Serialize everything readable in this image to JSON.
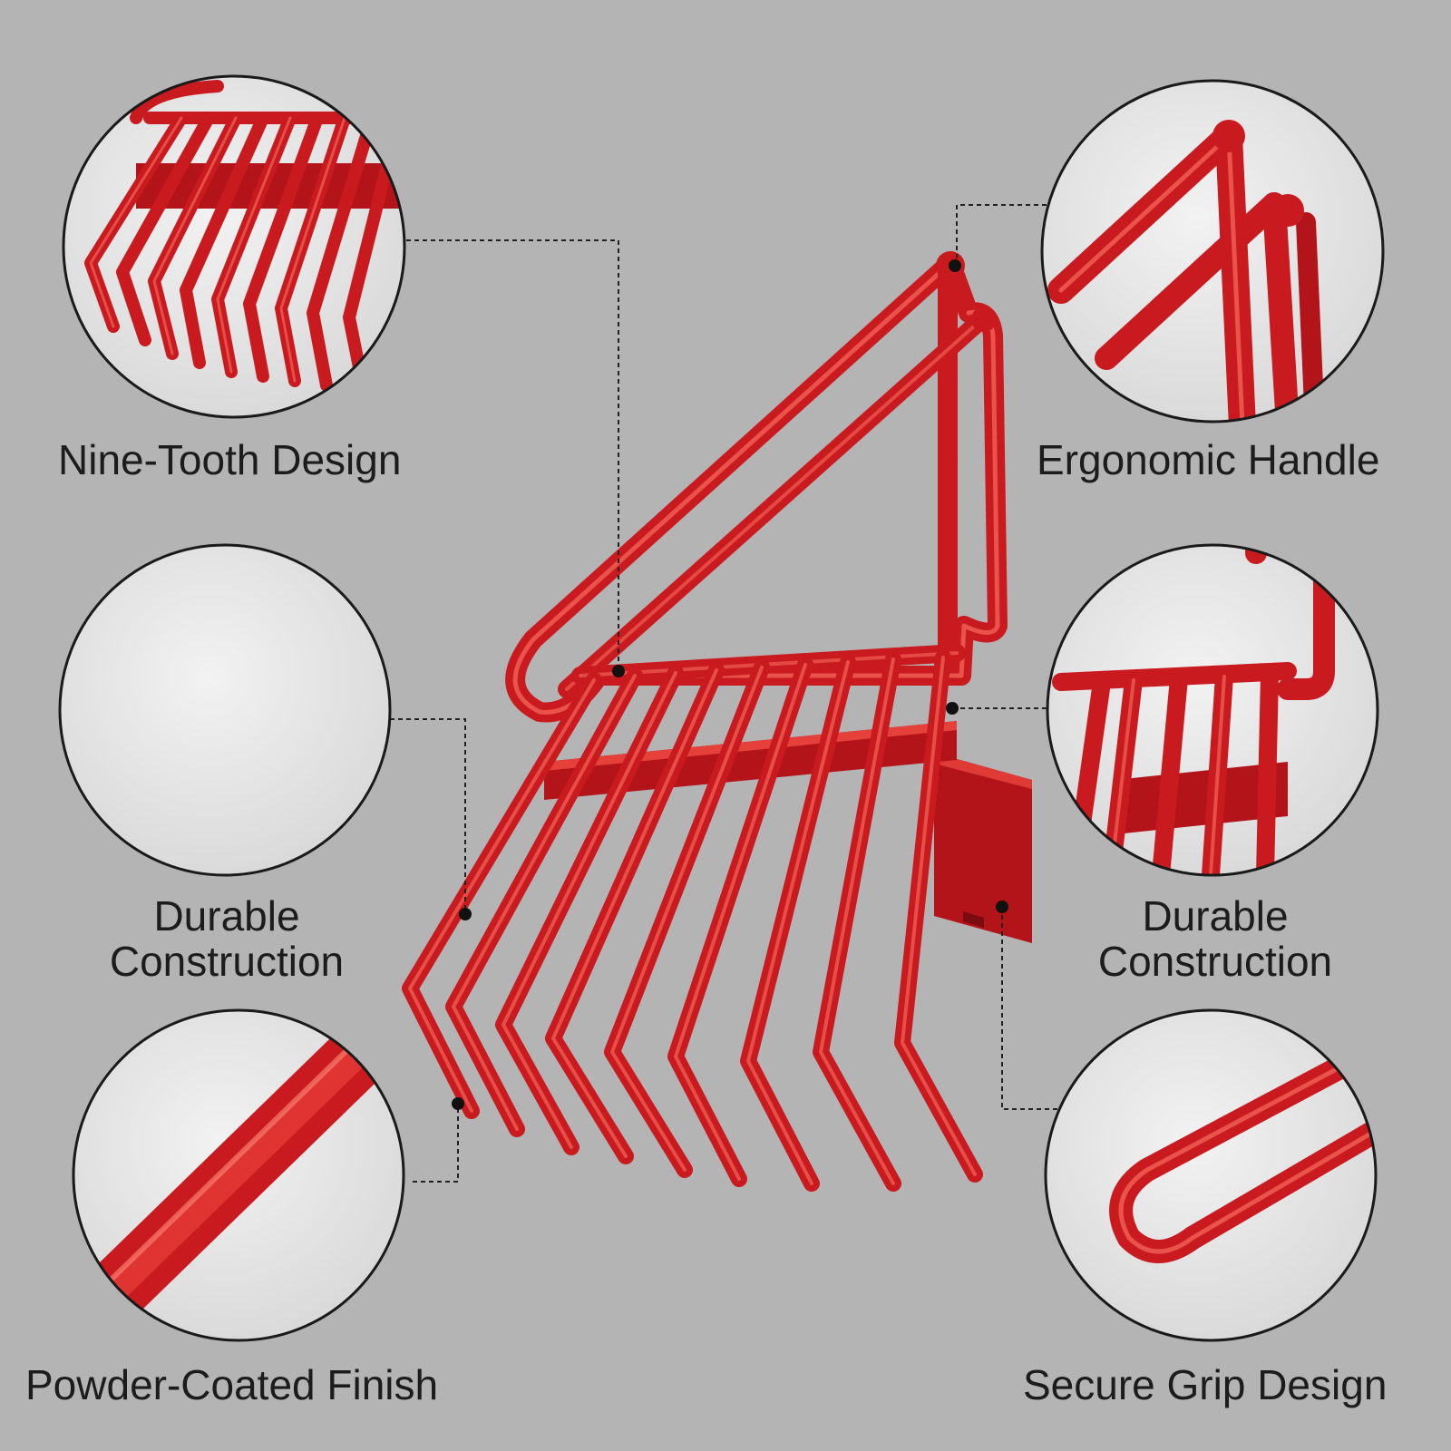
{
  "labels": {
    "nine_tooth": "Nine-Tooth Design",
    "ergonomic": "Ergonomic Handle",
    "durable_left_1": "Durable",
    "durable_left_2": "Construction",
    "durable_right_1": "Durable",
    "durable_right_2": "Construction",
    "powder": "Powder-Coated Finish",
    "secure": "Secure Grip Design"
  },
  "colors": {
    "background": "#b4b4b4",
    "tool_red": "#c81a1f",
    "tool_highlight": "#ff6a5c",
    "circle_fill": "#ececec",
    "circle_stroke": "#1a1a1a",
    "leader": "#222222"
  }
}
